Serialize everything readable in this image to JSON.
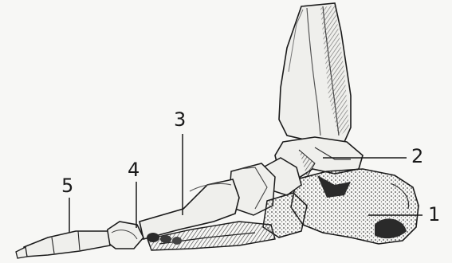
{
  "labels": {
    "l1": "1",
    "l2": "2",
    "l3": "3",
    "l4": "4",
    "l5": "5"
  },
  "colors": {
    "ink": "#1a1a1a",
    "bone_fill": "#efefec",
    "shade": "#5a5a5a",
    "dark": "#2a2a2a",
    "background": "#f7f7f5"
  }
}
